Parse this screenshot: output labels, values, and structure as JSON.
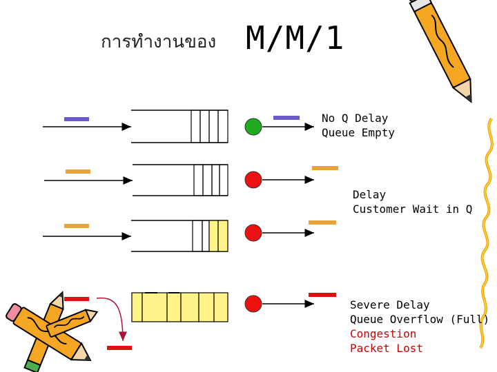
{
  "title": {
    "thai": "การทำงานของ",
    "model": "M/M/1"
  },
  "colors": {
    "idle_server": "#22aa22",
    "busy_server": "#ee1111",
    "packet_blue": "#6a5acd",
    "packet_orange": "#e8a33a",
    "packet_red": "#dd1111",
    "buffer_full": "#fff48a"
  },
  "scenarios": [
    {
      "lines": [
        "No Q Delay",
        "Queue Empty"
      ],
      "server": "idle",
      "filled_slots": 0
    },
    {
      "lines": [
        "Delay",
        "Customer Wait in Q"
      ],
      "server": "busy",
      "filled_slots": 0
    },
    {
      "lines": [
        "",
        ""
      ],
      "server": "busy",
      "filled_slots": 2
    },
    {
      "lines": [
        "Severe Delay",
        "Queue Overflow (Full)"
      ],
      "alert_lines": [
        "Congestion",
        "Packet Lost"
      ],
      "server": "busy",
      "filled_slots": 6
    }
  ],
  "icons": [
    "pencil-icon",
    "crossed-pencils-icon",
    "squiggle-line-icon"
  ]
}
